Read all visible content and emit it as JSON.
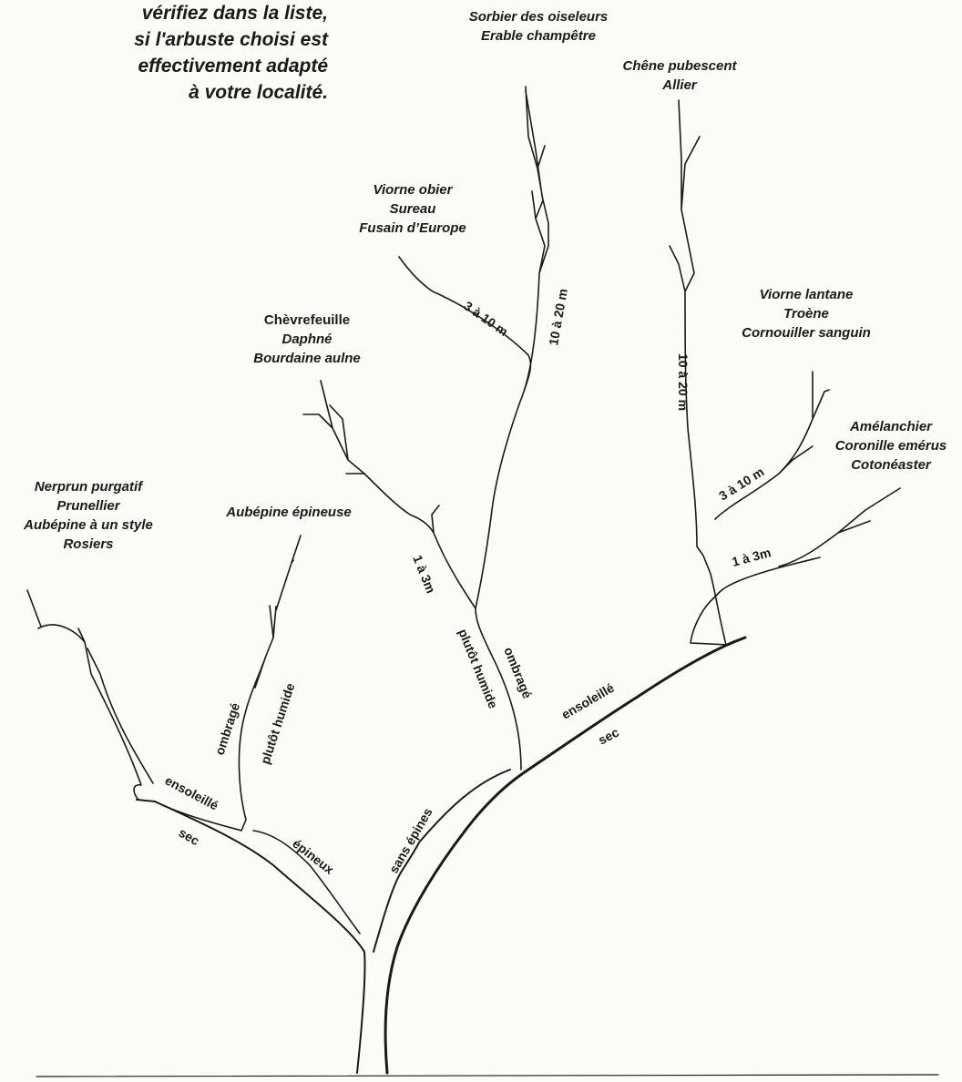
{
  "intro": {
    "lines": [
      "vérifiez dans la liste,",
      "si l'arbuste choisi est",
      "effectivement adapté",
      "à votre localité."
    ]
  },
  "species": {
    "sorbier": {
      "lines": [
        "Sorbier des oiseleurs",
        "Erable champêtre"
      ]
    },
    "chene": {
      "lines": [
        "Chêne pubescent",
        "Allier"
      ]
    },
    "viorne_obier": {
      "lines": [
        "Viorne obier",
        "Sureau",
        "Fusain d’Europe"
      ]
    },
    "viorne_lantane": {
      "lines": [
        "Viorne lantane",
        "Troène",
        "Cornouiller sanguin"
      ]
    },
    "chevrefeuille": {
      "lines": [
        "Chèvrefeuille",
        "Daphné",
        "Bourdaine aulne"
      ]
    },
    "amelanchier": {
      "lines": [
        "Amélanchier",
        "Coronille emérus",
        "Cotonéaster"
      ]
    },
    "nerprun": {
      "lines": [
        "Nerprun purgatif",
        "Prunellier",
        "Aubépine à un style",
        "Rosiers"
      ]
    },
    "aubepine": {
      "lines": [
        "Aubépine épineuse"
      ]
    }
  },
  "branch_labels": {
    "sans_epines": "sans épines",
    "epineux": "épineux",
    "sec_left": "sec",
    "ensoleille_left": "ensoleillé",
    "ombrage_left": "ombragé",
    "plutot_humide_left": "plutôt humide",
    "plutot_humide_center": "plutôt humide",
    "ombrage_center": "ombragé",
    "ensoleille_right": "ensoleillé",
    "sec_right": "sec",
    "height_1_3_center": "1 à 3m",
    "height_3_10_center": "3 à 10 m",
    "height_10_20_center": "10 à 20 m",
    "height_10_20_right": "10 à 20 m",
    "height_3_10_right": "3 à 10 m",
    "height_1_3_right": "1 à 3m"
  }
}
